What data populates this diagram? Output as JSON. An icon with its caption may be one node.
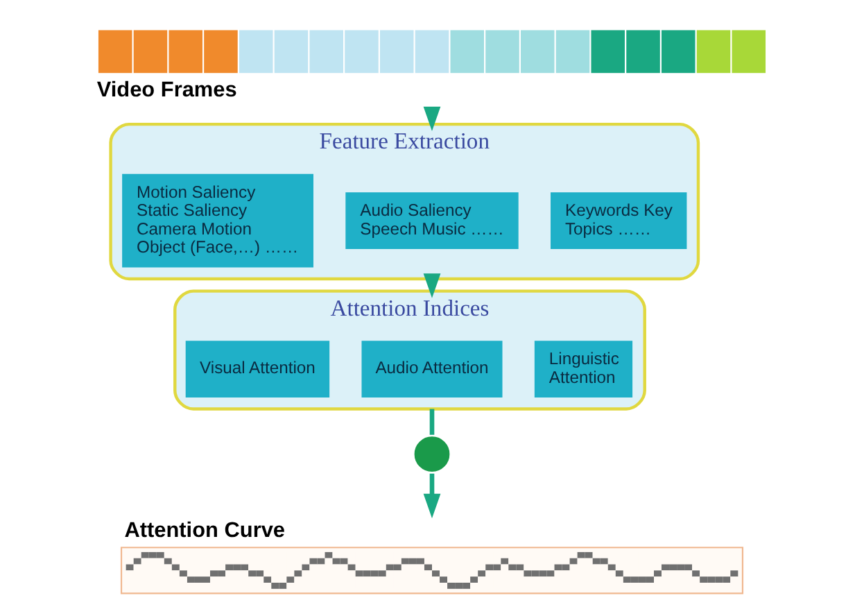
{
  "diagram": {
    "nodes": [
      {
        "text": [],
        "shape": "picture",
        "beside": [
          "Video Frames"
        ]
      },
      {
        "text": [
          "Feature Extraction"
        ]
      },
      {
        "text": [
          "Motion Saliency Static Saliency Camera Motion Object (Face,…) ……"
        ],
        "in": 1
      },
      {
        "text": [
          "Audio Saliency Speech Music ……"
        ],
        "in": 1
      },
      {
        "text": [
          "Keywords Key Topics ……"
        ],
        "in": 1
      },
      {
        "text": [
          "Attention Indices"
        ]
      },
      {
        "text": [
          "Visual Attention"
        ],
        "in": 5
      },
      {
        "text": [
          "Audio Attention"
        ],
        "in": 5
      },
      {
        "text": [
          "Linguistic Attention"
        ],
        "in": 5
      },
      {
        "text": [],
        "shape": "circle"
      },
      {
        "text": [],
        "shape": "picture",
        "beside": [
          "Attention Curve"
        ]
      }
    ],
    "edges": [
      {
        "from": 0,
        "to": 1,
        "arrow": "to"
      },
      {
        "from": 1,
        "to": 5,
        "arrow": "to"
      },
      {
        "from": 5,
        "to": 9,
        "arrow": "none"
      },
      {
        "from": 9,
        "to": 10,
        "arrow": "to"
      }
    ]
  }
}
